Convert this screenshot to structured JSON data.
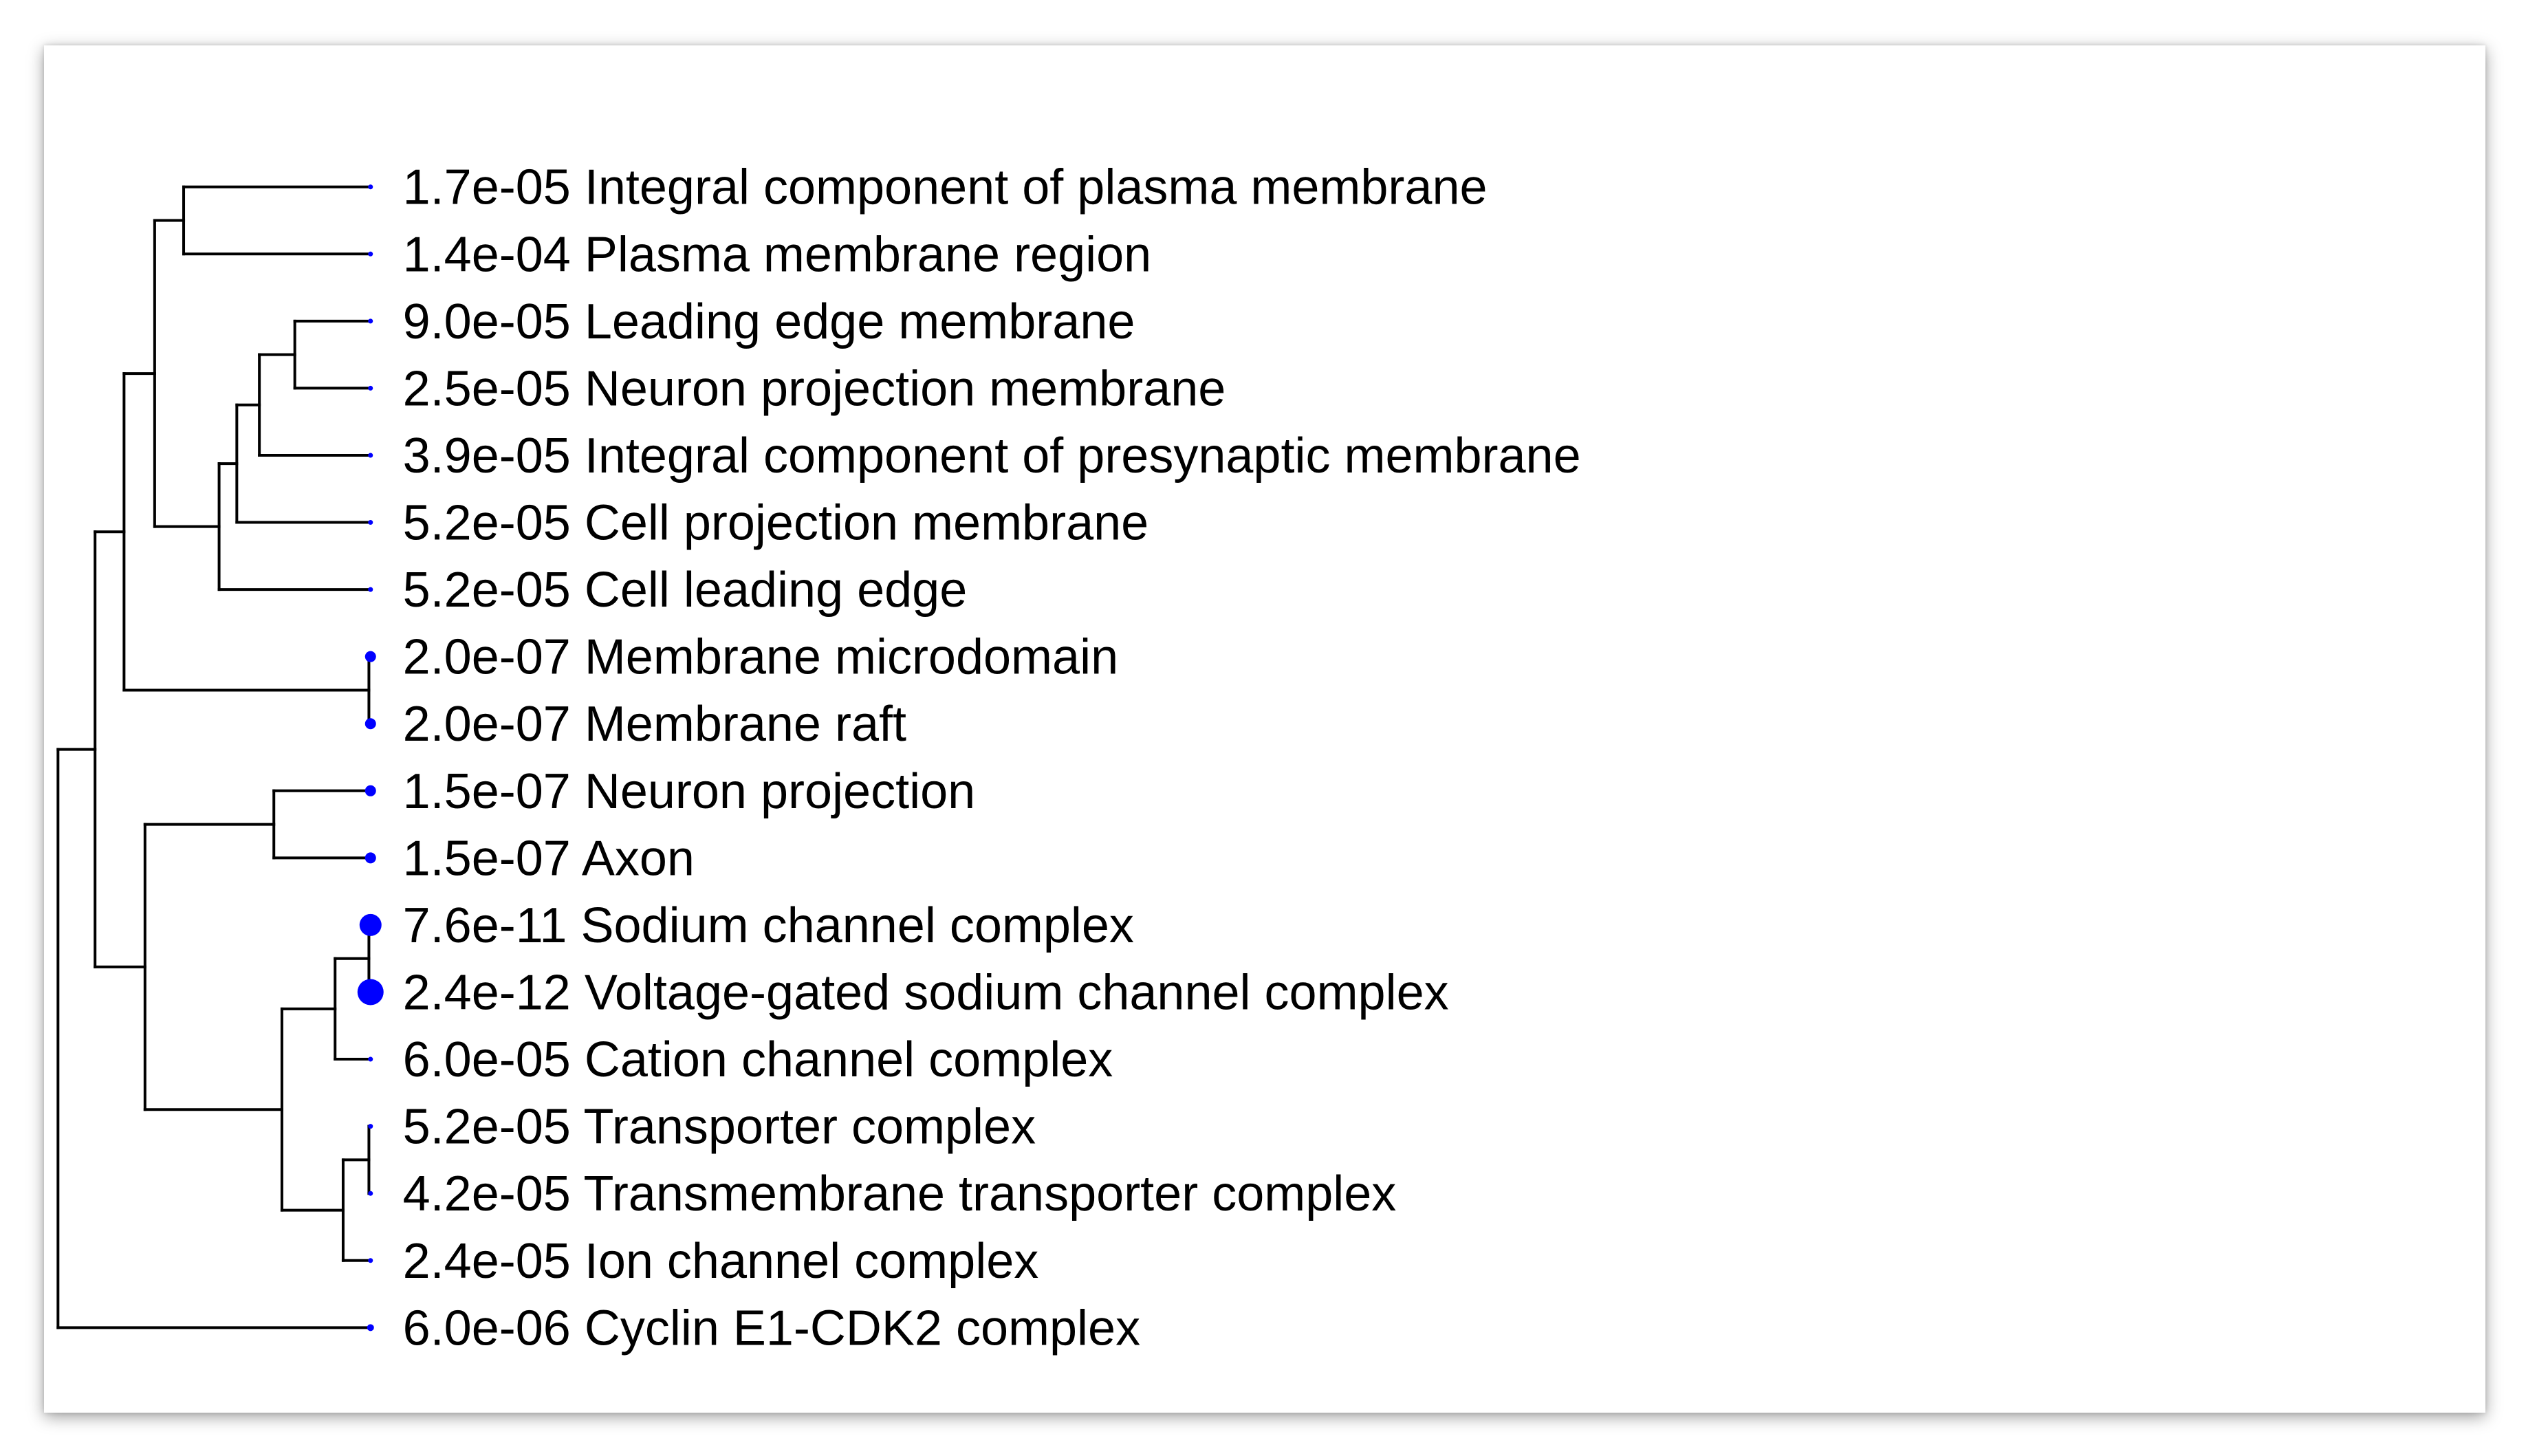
{
  "tree": {
    "marker_color": "#0000ff",
    "line_color": "#000000",
    "leaves": [
      {
        "pvalue": "1.7e-05",
        "label": "Integral component of plasma membrane"
      },
      {
        "pvalue": "1.4e-04",
        "label": "Plasma membrane region"
      },
      {
        "pvalue": "9.0e-05",
        "label": "Leading edge membrane"
      },
      {
        "pvalue": "2.5e-05",
        "label": "Neuron projection membrane"
      },
      {
        "pvalue": "3.9e-05",
        "label": "Integral component of presynaptic membrane"
      },
      {
        "pvalue": "5.2e-05",
        "label": "Cell projection membrane"
      },
      {
        "pvalue": "5.2e-05",
        "label": "Cell leading edge"
      },
      {
        "pvalue": "2.0e-07",
        "label": "Membrane microdomain"
      },
      {
        "pvalue": "2.0e-07",
        "label": "Membrane raft"
      },
      {
        "pvalue": "1.5e-07",
        "label": "Neuron projection"
      },
      {
        "pvalue": "1.5e-07",
        "label": "Axon"
      },
      {
        "pvalue": "7.6e-11",
        "label": "Sodium channel complex"
      },
      {
        "pvalue": "2.4e-12",
        "label": "Voltage-gated sodium channel complex"
      },
      {
        "pvalue": "6.0e-05",
        "label": "Cation channel complex"
      },
      {
        "pvalue": "5.2e-05",
        "label": "Transporter complex"
      },
      {
        "pvalue": "4.2e-05",
        "label": "Transmembrane transporter complex"
      },
      {
        "pvalue": "2.4e-05",
        "label": "Ion channel complex"
      },
      {
        "pvalue": "6.0e-06",
        "label": "Cyclin E1-CDK2 complex"
      }
    ]
  }
}
